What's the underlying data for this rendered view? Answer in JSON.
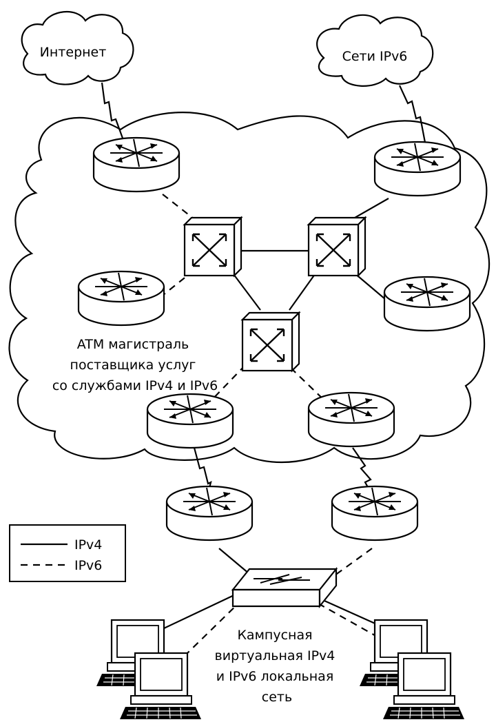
{
  "clouds": {
    "internet": "Интернет",
    "ipv6_networks": "Сети IPv6"
  },
  "backbone": {
    "label_lines": [
      "ATM магистраль",
      "поставщика услуг",
      "со службами IPv4 и IPv6"
    ]
  },
  "campus": {
    "label_lines": [
      "Кампусная",
      "виртуальная IPv4",
      "и IPv6 локальная",
      "сеть"
    ]
  },
  "legend": {
    "solid": "IPv4",
    "dashed": "IPv6"
  },
  "colors": {
    "stroke": "#000000",
    "fill": "#ffffff"
  }
}
